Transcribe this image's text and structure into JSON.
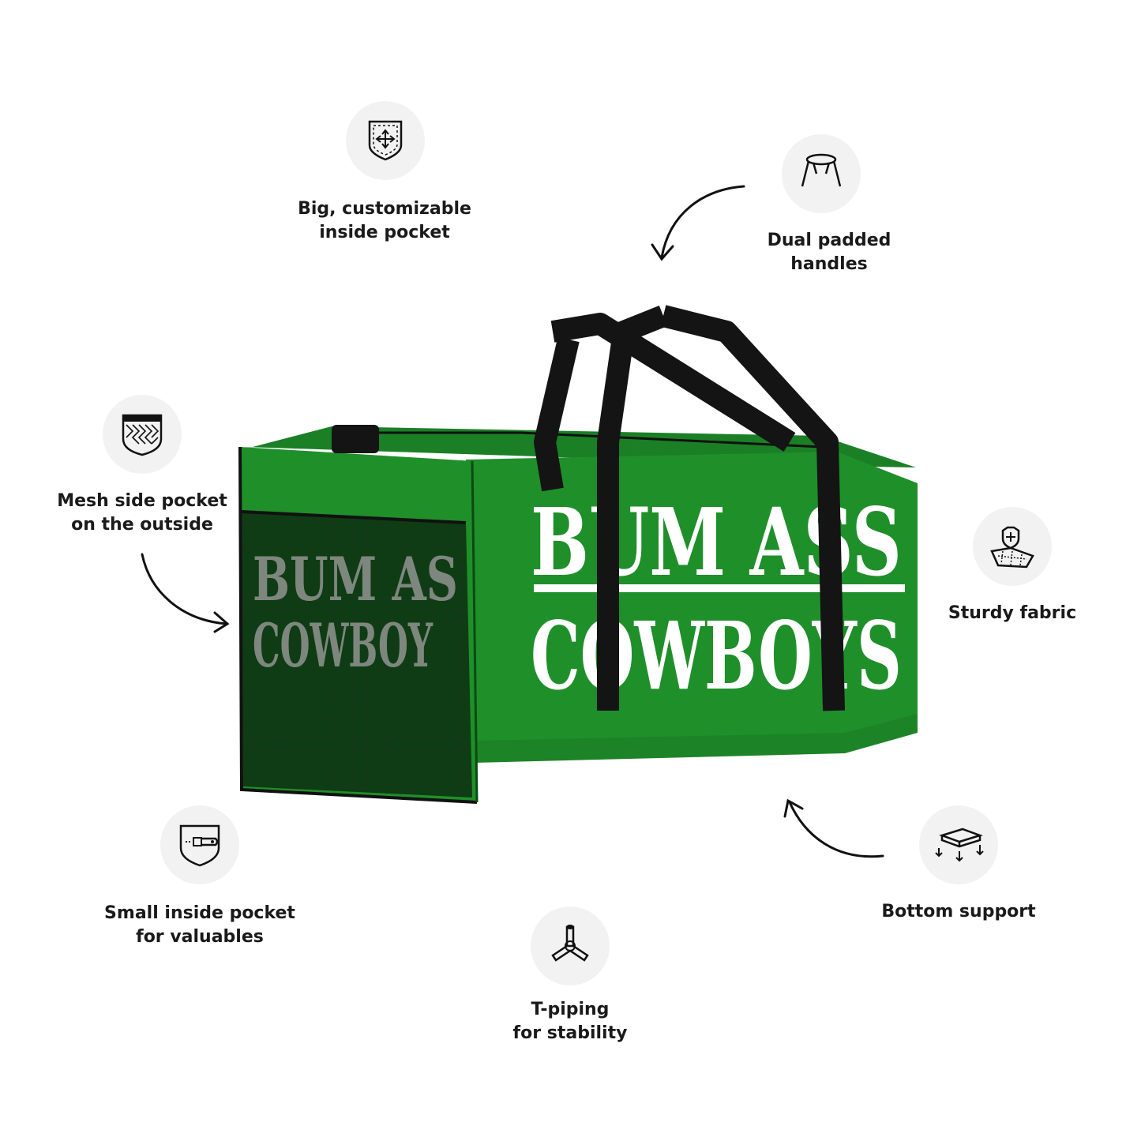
{
  "features": {
    "inside_pocket": {
      "line1": "Big, customizable",
      "line2": "inside pocket",
      "icon": "pocket-arrows-icon"
    },
    "handles": {
      "line1": "Dual padded",
      "line2": "handles",
      "icon": "handle-icon"
    },
    "mesh": {
      "line1": "Mesh side pocket",
      "line2": "on the outside",
      "icon": "mesh-icon"
    },
    "fabric": {
      "line1": "Sturdy fabric",
      "icon": "fabric-shield-icon"
    },
    "small_pocket": {
      "line1": "Small inside pocket",
      "line2": "for valuables",
      "icon": "zipper-pocket-icon"
    },
    "bottom": {
      "line1": "Bottom support",
      "icon": "bottom-support-icon"
    },
    "piping": {
      "line1": "T-piping",
      "line2": "for stability",
      "icon": "t-piping-icon"
    }
  },
  "bag": {
    "print_line1": "BUM ASS",
    "print_line2": "COWBOYS",
    "mesh_line1": "BUM AS",
    "mesh_line2": "COWBOY",
    "color": "#1f8f2a",
    "dark_color": "#0d3d12",
    "strap_color": "#141414"
  }
}
